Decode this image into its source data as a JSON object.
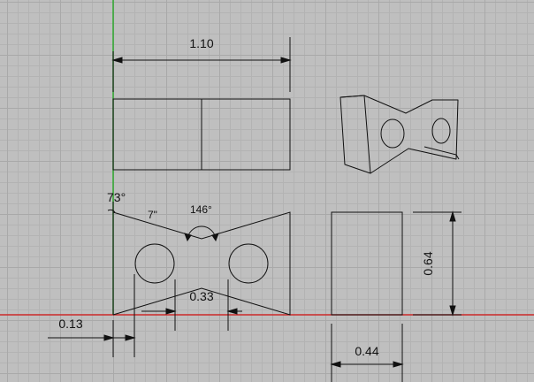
{
  "dimensions": {
    "overall_width": "1.10",
    "height": "0.64",
    "depth": "0.44",
    "notch_width": "0.33",
    "offset": "0.13",
    "angle_left": "73°",
    "angle_slope": "7\"",
    "angle_notch": "146°"
  },
  "colors": {
    "x_axis": "#cc2a2a",
    "y_axis": "#2fa82f",
    "lines": "#111111",
    "grid_major": "#a9a9a9",
    "grid_minor": "#b3b3b3"
  }
}
